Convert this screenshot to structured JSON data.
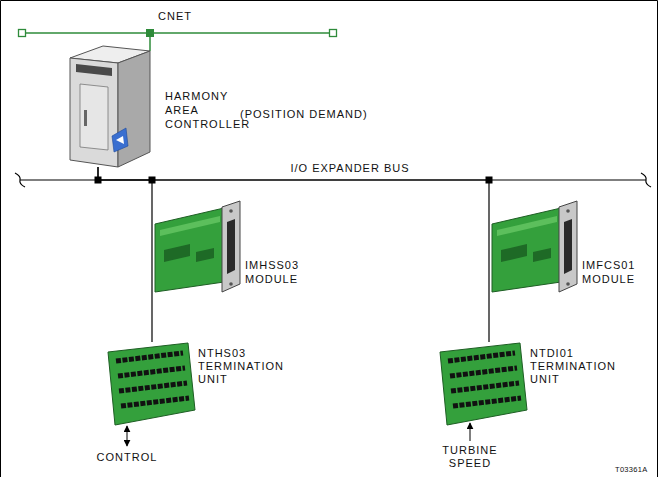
{
  "diagram": {
    "nodes": [
      {
        "text": [
          "HARMONY AREA CONTROLLER"
        ]
      },
      {
        "text": [
          "IMHSS03 MODULE"
        ]
      },
      {
        "text": [
          "NTHS03 TERMINATION UNIT"
        ]
      },
      {
        "text": [
          "IMFCS01 MODULE"
        ]
      },
      {
        "text": [
          "NTDI01 TERMINATION UNIT"
        ]
      }
    ],
    "edges": [
      {
        "from": 0,
        "to": 1,
        "arrow": "none"
      },
      {
        "from": 0,
        "to": 3,
        "arrow": "none"
      },
      {
        "from": 1,
        "to": 2,
        "arrow": "none"
      },
      {
        "from": 3,
        "to": 4,
        "arrow": "none"
      }
    ],
    "labels": [
      "CNET",
      "(POSITION DEMAND)",
      "I/O EXPANDER BUS",
      "CONTROL",
      "TURBINE SPEED",
      "T03361A"
    ]
  }
}
